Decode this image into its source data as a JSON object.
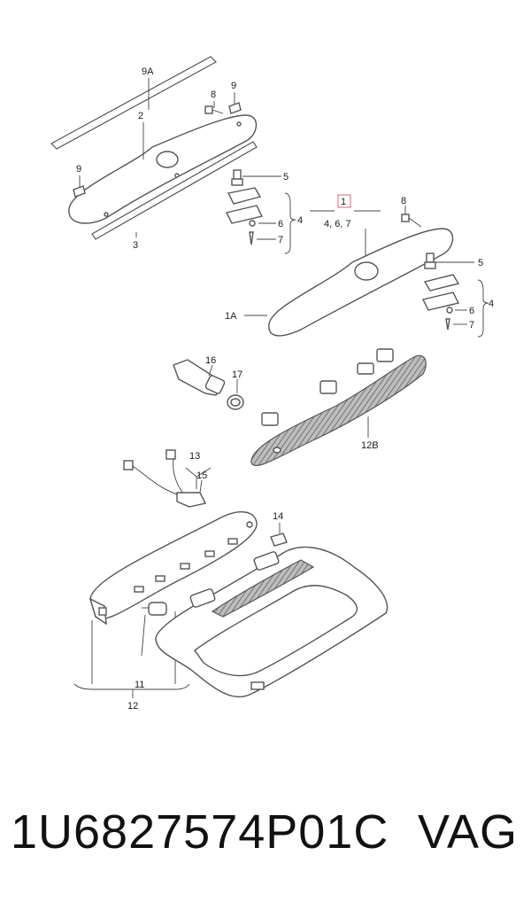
{
  "labels": {
    "l_9A": "9A",
    "l_2": "2",
    "l_8a": "8",
    "l_9a": "9",
    "l_9b": "9",
    "l_3": "3",
    "l_5a": "5",
    "l_6a": "6",
    "l_4a": "4",
    "l_7a": "7",
    "l_1": "1",
    "l_467": "4, 6, 7",
    "l_8b": "8",
    "l_1A": "1A",
    "l_5b": "5",
    "l_6b": "6",
    "l_4b": "4",
    "l_7b": "7",
    "l_16": "16",
    "l_17": "17",
    "l_12B": "12B",
    "l_13": "13",
    "l_15": "15",
    "l_14": "14",
    "l_11": "11",
    "l_12": "12"
  },
  "footer": {
    "part_number": "1U6827574P01C",
    "brand": "VAG"
  },
  "colors": {
    "highlight_box": "#e0607a"
  }
}
